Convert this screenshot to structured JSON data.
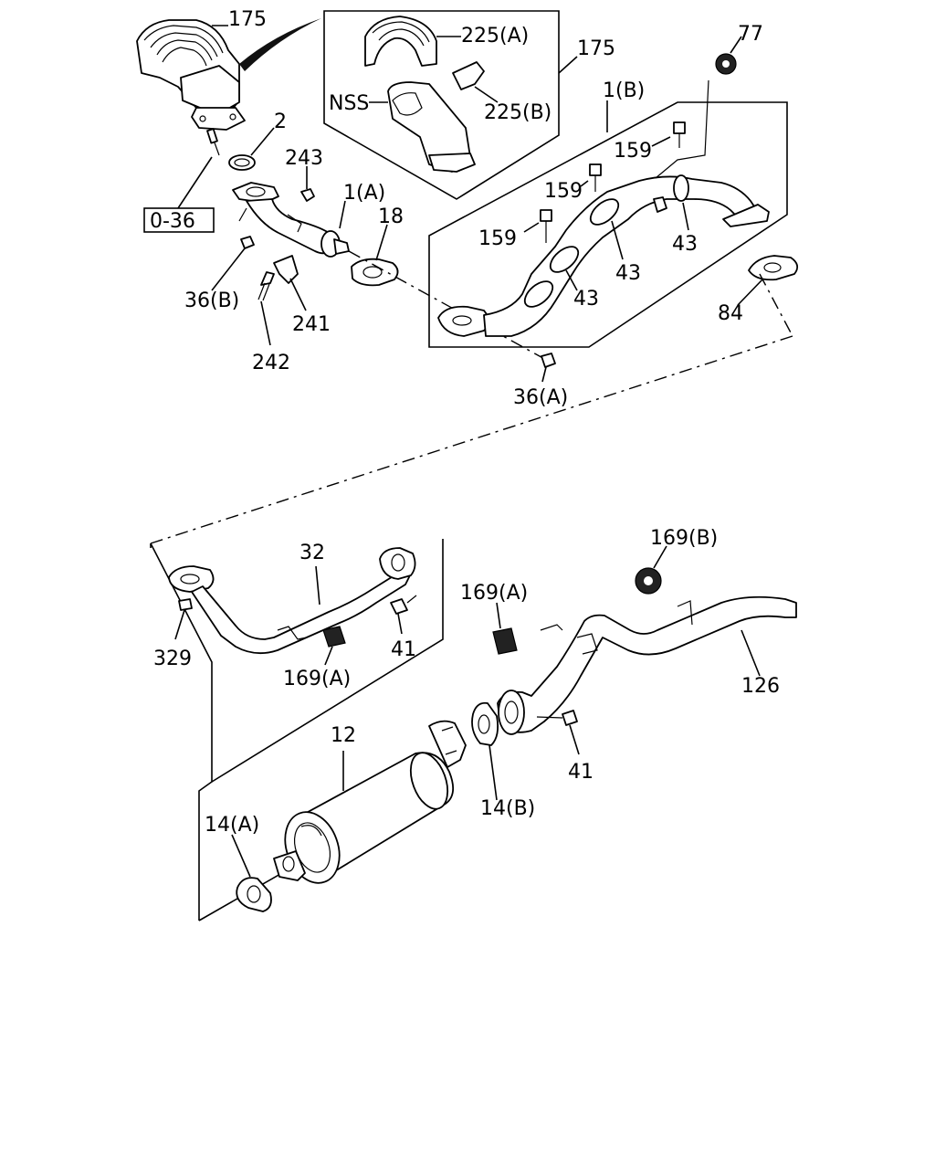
{
  "labels": {
    "l175a": "175",
    "l225a": "225(A)",
    "l175b": "175",
    "lnss": "NSS",
    "l225b": "225(B)",
    "l77": "77",
    "l2": "2",
    "l243": "243",
    "l1a": "1(A)",
    "l18": "18",
    "l1b": "1(B)",
    "l159a": "159",
    "l159b": "159",
    "l159c": "159",
    "l036": "0-36",
    "l43a": "43",
    "l43b": "43",
    "l43c": "43",
    "l84": "84",
    "l36b": "36(B)",
    "l241": "241",
    "l242": "242",
    "l36a": "36(A)",
    "l169b": "169(B)",
    "l32": "32",
    "l169a1": "169(A)",
    "l329": "329",
    "l169a2": "169(A)",
    "l41a": "41",
    "l126": "126",
    "l12": "12",
    "l41b": "41",
    "l14a": "14(A)",
    "l14b": "14(B)"
  },
  "colors": {
    "ink": "#000000",
    "paper": "#ffffff"
  }
}
